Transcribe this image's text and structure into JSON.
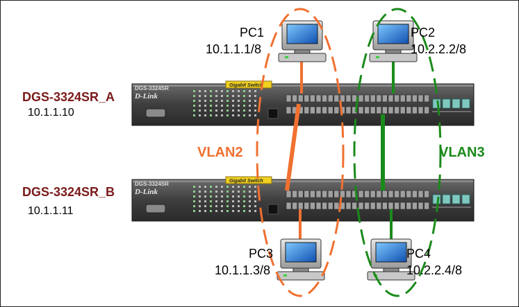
{
  "switches": [
    {
      "name": "DGS-3324SR_A",
      "ip": "10.1.1.10",
      "model": "DGS-3324SR",
      "brand": "D-Link",
      "badge": "Gigabit Switch"
    },
    {
      "name": "DGS-3324SR_B",
      "ip": "10.1.1.11",
      "model": "DGS-3324SR",
      "brand": "D-Link",
      "badge": "Gigabit Switch"
    }
  ],
  "pcs": [
    {
      "name": "PC1",
      "ip": "10.1.1.1/8"
    },
    {
      "name": "PC2",
      "ip": "10.2.2.2/8"
    },
    {
      "name": "PC3",
      "ip": "10.1.1.3/8"
    },
    {
      "name": "PC4",
      "ip": "10.2.2.4/8"
    }
  ],
  "vlans": [
    {
      "name": "VLAN2",
      "color": "#f07030"
    },
    {
      "name": "VLAN3",
      "color": "#1a8a1a"
    }
  ],
  "colors": {
    "switch_body": "#4a4a4a",
    "switch_name": "#7a1a1a",
    "badge": "#f0d020",
    "port_face": "#a0a0a0",
    "sfp_face": "#7fc8c0"
  },
  "icons": {
    "pc": "desktop-computer-icon",
    "switch": "network-switch-icon"
  }
}
